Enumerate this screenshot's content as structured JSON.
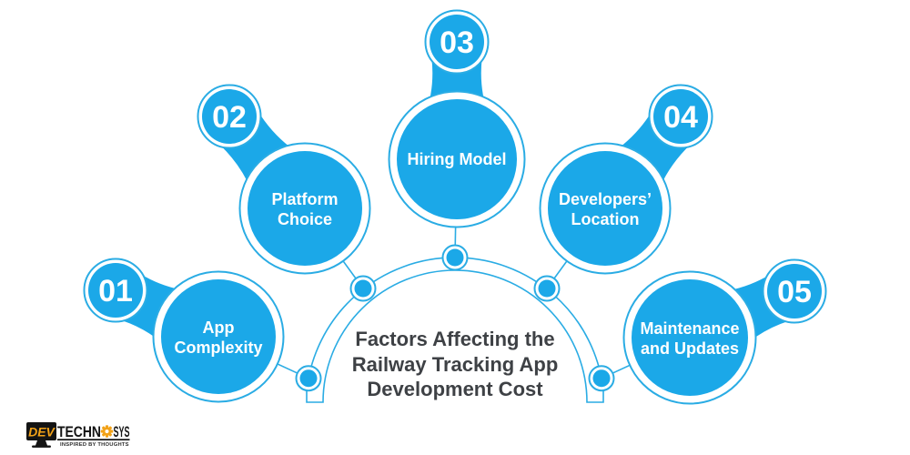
{
  "title": {
    "line1": "Factors Affecting the",
    "line2": "Railway Tracking App",
    "line3": "Development Cost"
  },
  "factors": [
    {
      "number": "01",
      "line1": "App",
      "line2": "Complexity"
    },
    {
      "number": "02",
      "line1": "Platform",
      "line2": "Choice"
    },
    {
      "number": "03",
      "line1": "Hiring Model",
      "line2": ""
    },
    {
      "number": "04",
      "line1": "Developers’",
      "line2": "Location"
    },
    {
      "number": "05",
      "line1": "Maintenance",
      "line2": "and Updates"
    }
  ],
  "logo": {
    "dev": "DEV",
    "techn": "TECHN",
    "sys": "SYS",
    "tagline": "INSPIRED BY THOUGHTS"
  },
  "colors": {
    "blue": "#1ba8e8",
    "line": "#2aace4",
    "title_text": "#3e4145",
    "logo_orange": "#f2a218",
    "logo_black": "#141414"
  }
}
